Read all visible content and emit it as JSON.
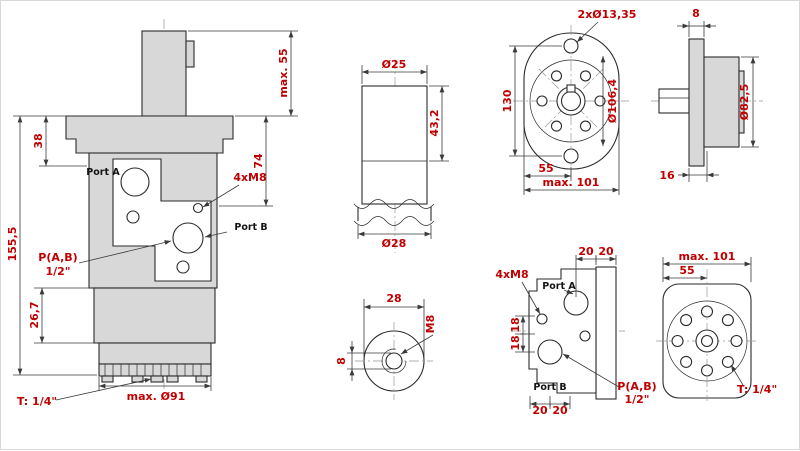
{
  "colors": {
    "dimension_text": "#c00000",
    "line": "#2b2b2b",
    "part_fill": "#d8d8d8",
    "background": "#ffffff"
  },
  "front_view": {
    "dim_shaft_len": "max. 55",
    "dim_38": "38",
    "dim_74": "74",
    "dim_155_5": "155,5",
    "dim_26_7": "26,7",
    "port_a": "Port A",
    "port_b": "Port B",
    "thread_label": "4xM8",
    "ports_label": "P(A,B)",
    "ports_size": "1/2\"",
    "drain_label": "T: 1/4\"",
    "dim_max_dia": "max. Ø91"
  },
  "shaft_section_view": {
    "dim_dia_top": "Ø25",
    "dim_length": "43,2",
    "dim_dia_bottom": "Ø28"
  },
  "shaft_end_view": {
    "dim_across": "28",
    "dim_key": "8",
    "thread_label": "M8"
  },
  "flange_front_view": {
    "holes_label": "2xØ13,35",
    "dim_height": "130",
    "dim_bolt_circle": "Ø106,4",
    "dim_half": "55",
    "dim_max": "max. 101"
  },
  "flange_side_view": {
    "dim_plate": "8",
    "dim_dia": "Ø82,5",
    "dim_hub": "16"
  },
  "port_face_view": {
    "thread_label": "4xM8",
    "dim_top_1": "20",
    "dim_top_2": "20",
    "port_a": "Port A",
    "dim_left_1": "18",
    "dim_left_2": "18",
    "port_b": "Port B",
    "ports_label": "P(A,B)",
    "ports_size": "1/2\"",
    "dim_bottom_1": "20",
    "dim_bottom_2": "20"
  },
  "rear_view": {
    "dim_max": "max. 101",
    "dim_half": "55",
    "drain_label": "T: 1/4\""
  }
}
